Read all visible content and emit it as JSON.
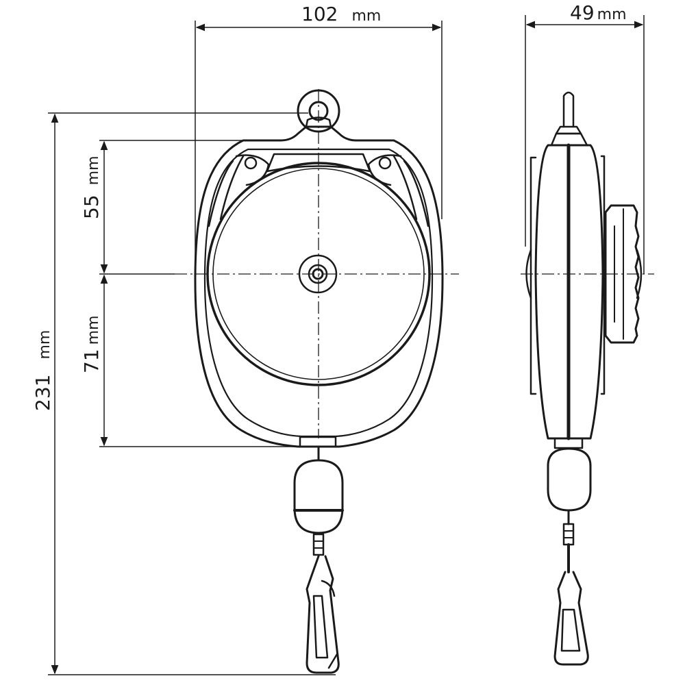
{
  "dimensions": {
    "width": {
      "value": "102",
      "unit": "mm"
    },
    "depth": {
      "value": "49",
      "unit": "mm"
    },
    "height": {
      "value": "231",
      "unit": "mm"
    },
    "top_to_center": {
      "value": "55",
      "unit": "mm"
    },
    "center_to_bottom": {
      "value": "71",
      "unit": "mm"
    }
  },
  "colors": {
    "line": "#1a1a1a",
    "background": "#ffffff"
  }
}
